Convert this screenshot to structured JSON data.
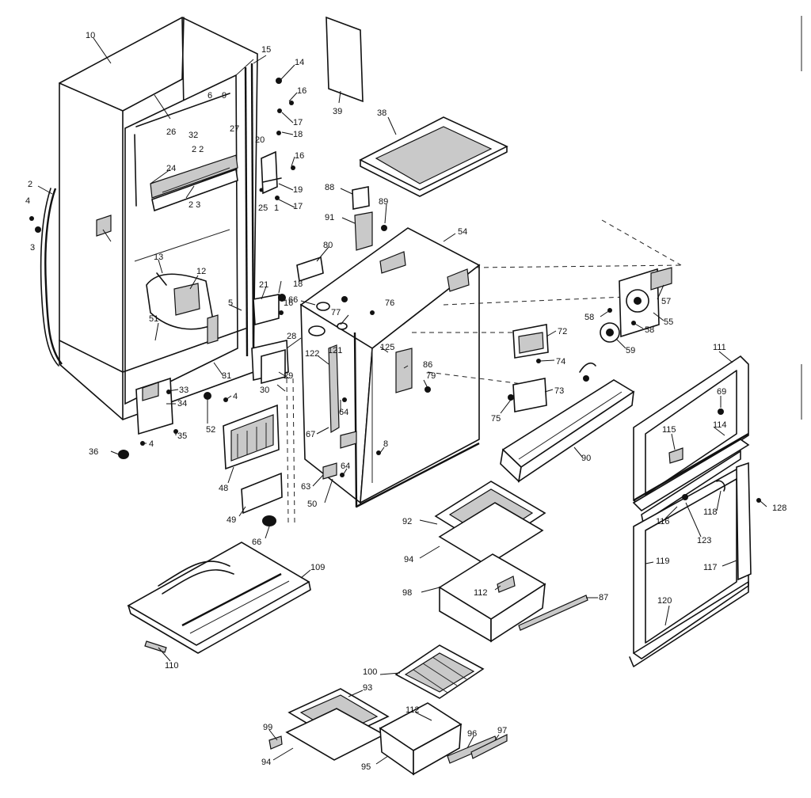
{
  "labels": {
    "l10": "10",
    "l15": "15",
    "l14": "14",
    "l16a": "16",
    "l17a": "17",
    "l18a": "18",
    "l16b": "16",
    "l20": "20",
    "l19": "19",
    "l17b": "17",
    "l25": "25",
    "l1": "1",
    "l6": "6",
    "l9": "9",
    "l26": "26",
    "l32": "32",
    "l27": "27",
    "l22": "2 2",
    "l24": "24",
    "l23": "2 3",
    "l2": "2",
    "l4a": "4",
    "l3": "3",
    "l13": "13",
    "l12": "12",
    "l51": "51",
    "l5": "5",
    "l21a": "21",
    "l18b": "18",
    "l16c": "16",
    "l28": "28",
    "l31": "31",
    "l29": "29",
    "l30": "30",
    "l33": "33",
    "l34": "34",
    "l4b": "4",
    "l52": "52",
    "l35": "35",
    "l36": "36",
    "l4c": "4",
    "l48": "48",
    "l49": "49",
    "l66a": "66",
    "l39": "39",
    "l38": "38",
    "l88": "88",
    "l89": "89",
    "l91": "91",
    "l80": "80",
    "l54": "54",
    "l66b": "66",
    "l77": "77",
    "l76": "76",
    "l122": "122",
    "l121": "121",
    "l125": "125",
    "l86": "86",
    "l79": "79",
    "l64a": "64",
    "l67": "67",
    "l8": "8",
    "l64b": "64",
    "l63": "63",
    "l50": "50",
    "l72": "72",
    "l74": "74",
    "l73": "73",
    "l75": "75",
    "l57": "57",
    "l58a": "58",
    "l58b": "58",
    "l55": "55",
    "l59": "59",
    "l90": "90",
    "l111": "111",
    "l69": "69",
    "l115": "115",
    "l114": "114",
    "l116": "116",
    "l118": "118",
    "l123": "123",
    "l128": "128",
    "l119": "119",
    "l117": "117",
    "l120": "120",
    "l92": "92",
    "l94a": "94",
    "l98": "98",
    "l112a": "112",
    "l87": "87",
    "l109": "109",
    "l110": "110",
    "l100": "100",
    "l93": "93",
    "l112b": "112",
    "l99": "99",
    "l94b": "94",
    "l96": "96",
    "l97": "97",
    "l95": "95"
  },
  "colors": {
    "ink": "#111111",
    "paper": "#ffffff"
  }
}
